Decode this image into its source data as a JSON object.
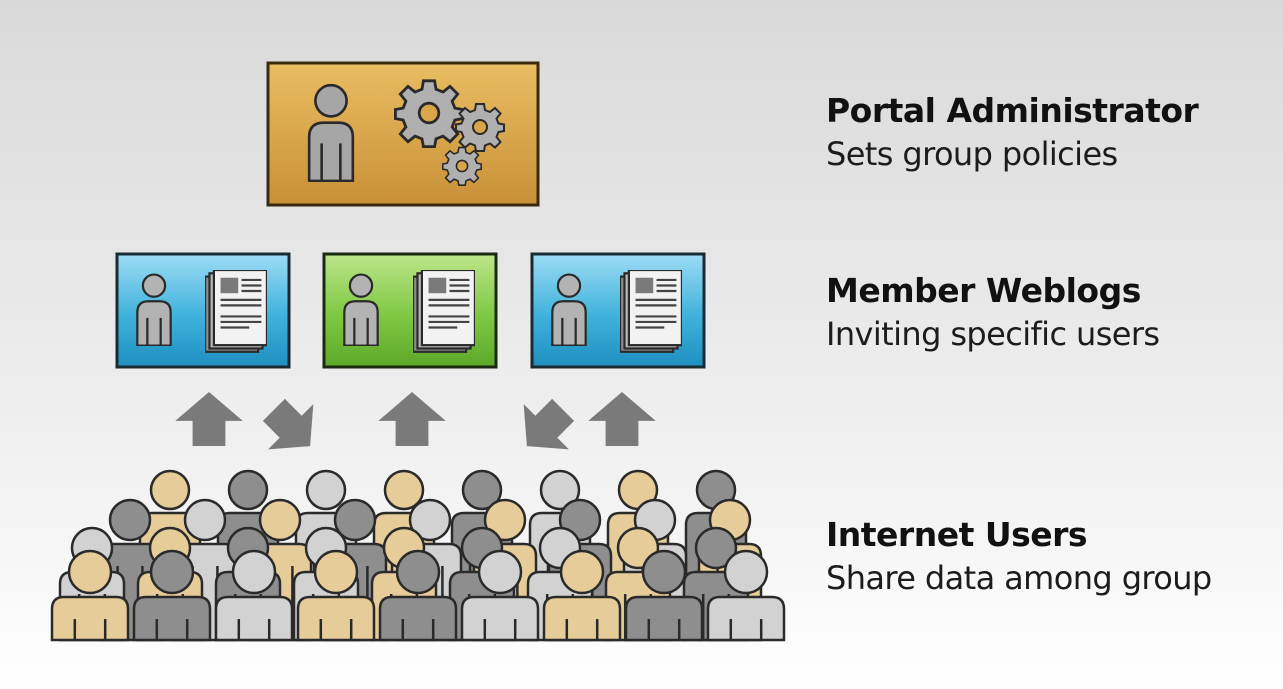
{
  "levels": {
    "admin": {
      "title": "Portal Administrator",
      "subtitle": "Sets group policies"
    },
    "member": {
      "title": "Member Weblogs",
      "subtitle": "Inviting specific users"
    },
    "users": {
      "title": "Internet Users",
      "subtitle": "Share data among group"
    }
  },
  "colors": {
    "admin_box": "#d9a54a",
    "weblog_blue": "#3fb2dc",
    "weblog_green": "#7ec842",
    "arrow": "#7a7a7a",
    "person_tan": "#e6cc98",
    "person_gray": "#8e8e8e",
    "person_light": "#d2d2d2"
  },
  "icons": {
    "admin": [
      "person-icon",
      "gears-icon"
    ],
    "weblog": [
      "person-icon",
      "documents-icon"
    ],
    "crowd": "people-crowd-icon",
    "arrows": [
      "arrow-up-icon",
      "arrow-diagonal-down-icon"
    ]
  }
}
